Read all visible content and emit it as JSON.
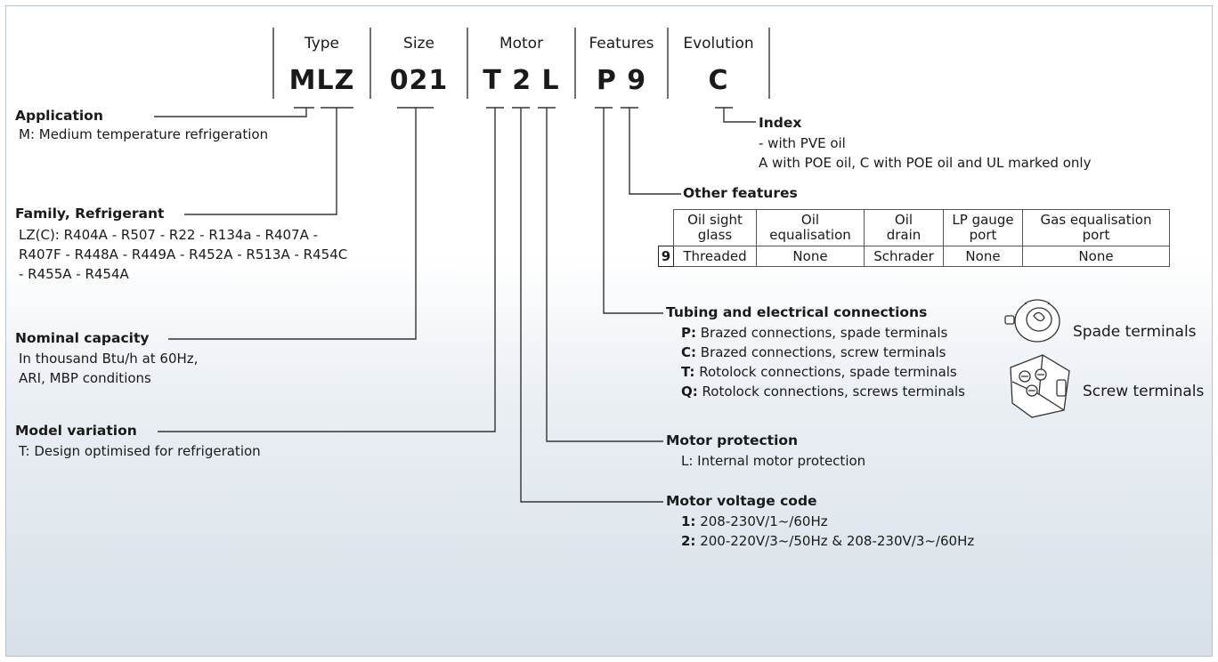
{
  "header": {
    "type_label": "Type",
    "size_label": "Size",
    "motor_label": "Motor",
    "features_label": "Features",
    "evolution_label": "Evolution"
  },
  "code": {
    "type": "MLZ",
    "size": "021",
    "motor": "T 2 L",
    "features": "P 9",
    "evolution": "C"
  },
  "application": {
    "title": "Application",
    "lines": [
      "M: Medium temperature refrigeration"
    ]
  },
  "family": {
    "title": "Family, Refrigerant",
    "lines": [
      "LZ(C): R404A - R507 - R22 - R134a - R407A -",
      "R407F - R448A - R449A - R452A - R513A - R454C",
      "- R455A - R454A"
    ]
  },
  "capacity": {
    "title": "Nominal capacity",
    "lines": [
      "In thousand Btu/h at 60Hz,",
      "ARI, MBP conditions"
    ]
  },
  "model_variation": {
    "title": "Model variation",
    "lines": [
      "T: Design optimised for refrigeration"
    ]
  },
  "index": {
    "title": "Index",
    "lines": [
      "- with PVE oil",
      "A with POE oil, C with POE oil and UL marked only"
    ]
  },
  "other_features": {
    "title": "Other features",
    "headers": [
      "Oil sight glass",
      "Oil equalisation",
      "Oil drain",
      "LP gauge port",
      "Gas equalisation port"
    ],
    "header_lines": [
      [
        "Oil sight",
        "glass"
      ],
      [
        "Oil",
        "equalisation"
      ],
      [
        "Oil",
        "drain"
      ],
      [
        "LP gauge",
        "port"
      ],
      [
        "Gas equalisation",
        "port"
      ]
    ],
    "row_code": "9",
    "row": [
      "Threaded",
      "None",
      "Schrader",
      "None",
      "None"
    ]
  },
  "tubing": {
    "title": "Tubing and electrical connections",
    "items": [
      {
        "code": "P:",
        "text": " Brazed connections, spade terminals"
      },
      {
        "code": "C:",
        "text": " Brazed connections, screw terminals"
      },
      {
        "code": "T:",
        "text": " Rotolock connections, spade terminals"
      },
      {
        "code": "Q:",
        "text": " Rotolock connections, screws terminals"
      }
    ],
    "spade_label": "Spade terminals",
    "screw_label": "Screw terminals"
  },
  "motor_protection": {
    "title": "Motor protection",
    "lines": [
      "L: Internal motor protection"
    ]
  },
  "voltage": {
    "title": "Motor voltage code",
    "items": [
      {
        "code": "1:",
        "text": " 208-230V/1~/60Hz"
      },
      {
        "code": "2:",
        "text": " 200-220V/3~/50Hz & 208-230V/3~/60Hz"
      }
    ]
  },
  "icons": [
    "spade-terminal-icon",
    "screw-terminal-icon"
  ]
}
